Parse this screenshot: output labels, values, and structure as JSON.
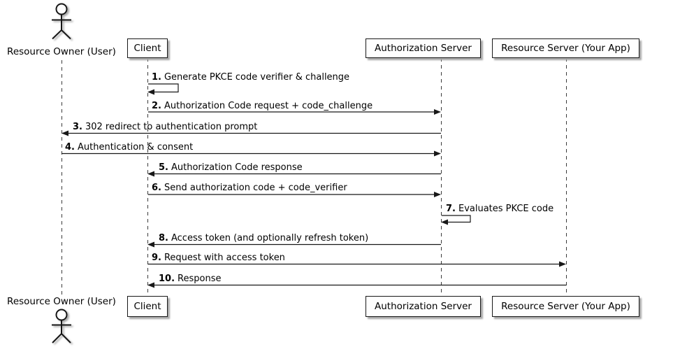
{
  "diagram": {
    "type": "sequence",
    "colors": {
      "line": "#181818",
      "box_fill": "#fefefe",
      "shadow": "#a8a8a8",
      "background": "#ffffff"
    },
    "actor": {
      "name": "Resource Owner (User)"
    },
    "participants": [
      {
        "name": "Client"
      },
      {
        "name": "Authorization Server"
      },
      {
        "name": "Resource Server (Your App)"
      }
    ],
    "messages": [
      {
        "num": "1.",
        "text": "Generate PKCE code verifier & challenge",
        "from": "Client",
        "to": "Client"
      },
      {
        "num": "2.",
        "text": "Authorization Code request + code_challenge",
        "from": "Client",
        "to": "Authorization Server"
      },
      {
        "num": "3.",
        "text": "302 redirect to authentication prompt",
        "from": "Authorization Server",
        "to": "Resource Owner (User)"
      },
      {
        "num": "4.",
        "text": "Authentication & consent",
        "from": "Resource Owner (User)",
        "to": "Authorization Server"
      },
      {
        "num": "5.",
        "text": "Authorization Code response",
        "from": "Authorization Server",
        "to": "Client"
      },
      {
        "num": "6.",
        "text": "Send authorization code + code_verifier",
        "from": "Client",
        "to": "Authorization Server"
      },
      {
        "num": "7.",
        "text": "Evaluates PKCE code",
        "from": "Authorization Server",
        "to": "Authorization Server"
      },
      {
        "num": "8.",
        "text": "Access token (and optionally refresh token)",
        "from": "Authorization Server",
        "to": "Client"
      },
      {
        "num": "9.",
        "text": "Request with access token",
        "from": "Client",
        "to": "Resource Server (Your App)"
      },
      {
        "num": "10.",
        "text": "Response",
        "from": "Resource Server (Your App)",
        "to": "Client"
      }
    ]
  }
}
